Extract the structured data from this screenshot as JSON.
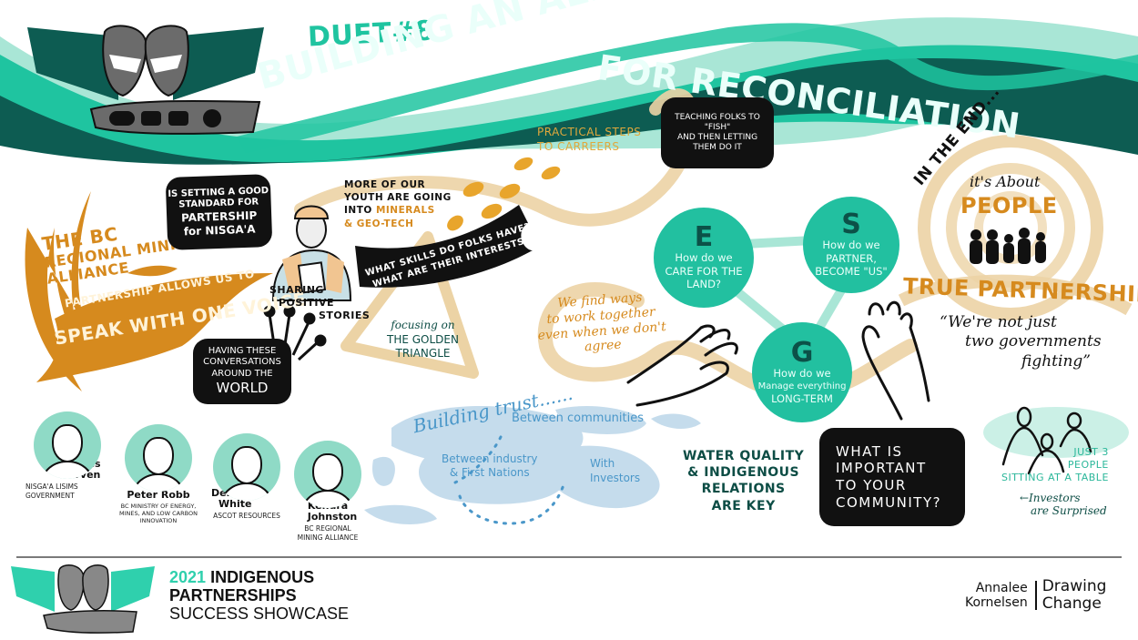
{
  "header": {
    "duet_label": "DUET#8",
    "title_line1": "BUILDING AN ALLIANCE",
    "title_line2": "FOR RECONCILIATION",
    "logo_icon": "twin-faces-logo-icon"
  },
  "left_section": {
    "alliance_title": [
      "THE BC",
      "REGIONAL MINING",
      "ALLIANCE"
    ],
    "banner_line1": "PARTNERSHIP ALLOWS US TO",
    "banner_line2": "SPEAK WITH ONE VOICE",
    "nisgaa_bubble": [
      "IS SETTING A GOOD",
      "STANDARD FOR",
      "PARTERSHIP",
      "for NISGA'A"
    ]
  },
  "youth_section": {
    "youth_text": [
      "MORE OF OUR",
      "YOUTH ARE GOING",
      "INTO"
    ],
    "youth_highlight": [
      "MINERALS",
      "& GEO-TECH"
    ],
    "skills_banner": [
      "WHAT SKILLS DO FOLKS HAVE?",
      "WHAT ARE THEIR INTERESTS?"
    ],
    "practical_steps": [
      "PRACTICAL STEPS",
      "TO CARREERS"
    ],
    "fish_bubble": [
      "TEACHING FOLKS TO",
      "\"FISH\"",
      "AND THEN LETTING",
      "THEM DO IT"
    ]
  },
  "stories_section": {
    "sharing": [
      "SHARING",
      "POSITIVE",
      "STORIES"
    ],
    "world_bubble": [
      "HAVING THESE",
      "CONVERSATIONS",
      "AROUND THE",
      "WORLD"
    ],
    "golden_triangle": [
      "focusing on",
      "THE GOLDEN",
      "TRIANGLE"
    ]
  },
  "esg": {
    "circles": [
      {
        "letter": "E",
        "question": [
          "How do we",
          "CARE FOR THE",
          "LAND?"
        ]
      },
      {
        "letter": "S",
        "question": [
          "How do we",
          "PARTNER,",
          "BECOME \"US\""
        ]
      },
      {
        "letter": "G",
        "question": [
          "How do we",
          "Manage everything",
          "LONG-TERM"
        ]
      }
    ],
    "work_together": [
      "We find ways",
      "to work together",
      "even when we don't",
      "agree"
    ]
  },
  "right_section": {
    "in_the_end": "IN THE END...",
    "its_about": "it's About",
    "people": "PEOPLE",
    "true_partnership": "TRUE PARTNERSHIP",
    "quote": [
      "“We're not just",
      "two governments",
      "fighting”"
    ],
    "just3": [
      "JUST 3",
      "PEOPLE",
      "SITTING AT A TABLE"
    ],
    "investors": [
      "←Investors",
      "are Surprised"
    ]
  },
  "trust_section": {
    "title": "Building trust......",
    "items": [
      "Between communities",
      "Between industry",
      "& First Nations",
      "With",
      "Investors"
    ]
  },
  "water": [
    "WATER QUALITY",
    "& INDIGENOUS",
    "RELATIONS",
    "ARE KEY"
  ],
  "community_bubble": [
    "WHAT IS",
    "IMPORTANT",
    "TO YOUR",
    "COMMUNITY?"
  ],
  "speakers": [
    {
      "name": [
        "Charles",
        "Morven"
      ],
      "org": [
        "NISGA'A LISIMS",
        "GOVERNMENT"
      ]
    },
    {
      "name": [
        "Peter Robb"
      ],
      "org": [
        "BC MINISTRY OF ENERGY,",
        "MINES, AND LOW CARBON",
        "INNOVATION"
      ]
    },
    {
      "name": [
        "Derek",
        "White"
      ],
      "org": [
        "ASCOT RESOURCES"
      ]
    },
    {
      "name": [
        "Kendra",
        "Johnston"
      ],
      "org": [
        "BC REGIONAL",
        "MINING ALLIANCE"
      ]
    }
  ],
  "footer": {
    "year": "2021",
    "line1": "INDIGENOUS",
    "line2": "PARTNERSHIPS",
    "line3": "SUCCESS SHOWCASE",
    "artist_first": "Annalee",
    "artist_last": "Kornelsen",
    "studio_line1": "Drawing",
    "studio_line2": "Change"
  },
  "colors": {
    "teal_dark": "#0d5c52",
    "teal": "#1fc4a0",
    "teal_light": "#a9e6d6",
    "orange": "#d68a1e",
    "sand": "#ecd3a5",
    "blue_light": "#c5dcec",
    "blue_text": "#4a97c9"
  }
}
